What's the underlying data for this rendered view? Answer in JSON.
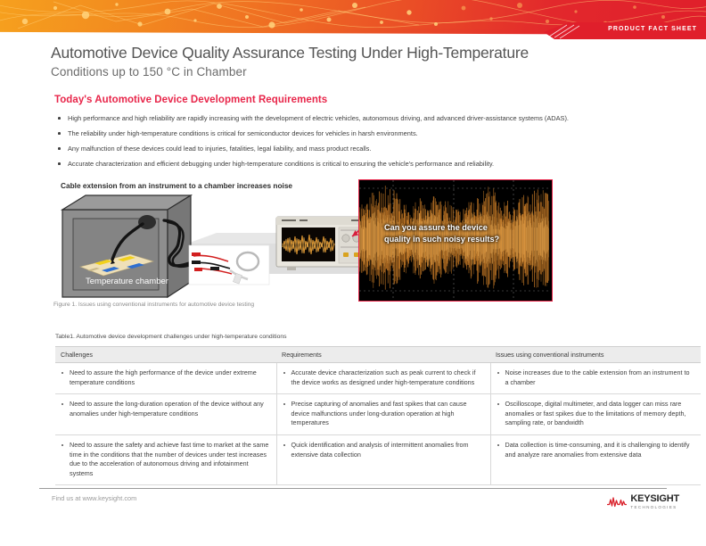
{
  "banner": {
    "badge_label": "PRODUCT FACT SHEET",
    "gradient_start": "#f6a01e",
    "gradient_end": "#e01f2b"
  },
  "header": {
    "title": "Automotive Device Quality Assurance Testing Under High-Temperature",
    "subtitle": "Conditions up to 150 °C in Chamber"
  },
  "section": {
    "heading": "Today's Automotive Device Development Requirements",
    "accent_color": "#e8264a",
    "bullets": [
      "High performance and high reliability are rapidly increasing with the development of electric vehicles, autonomous driving, and advanced driver-assistance systems (ADAS).",
      "The reliability under high-temperature conditions is critical for semiconductor devices for vehicles in harsh environments.",
      "Any malfunction of these devices could lead to injuries, fatalities, legal liability, and mass product recalls.",
      "Accurate characterization and efficient debugging under high-temperature conditions is critical to ensuring the vehicle's performance and reliability."
    ]
  },
  "figure": {
    "label_top": "Cable extension from an instrument to a chamber increases noise",
    "chamber_label": "Temperature chamber",
    "callout_line1": "Can you assure the device",
    "callout_line2": "quality in such noisy results?",
    "caption": "Figure 1. Issues using conventional instruments for automotive device testing",
    "noise_border_color": "#e8264a",
    "noise_trace_color": "#d9862a"
  },
  "table": {
    "caption": "Table1. Automotive device development challenges under high-temperature conditions",
    "headers": [
      "Challenges",
      "Requirements",
      "Issues using conventional instruments"
    ],
    "rows": [
      {
        "challenge": "Need to assure the high performance of the device under extreme temperature conditions",
        "requirement": "Accurate device characterization such as peak current to check if the device works as designed under high-temperature conditions",
        "issue": "Noise increases due to the cable extension from an instrument to a chamber"
      },
      {
        "challenge": "Need to assure the long-duration operation of the device without any anomalies under high-temperature conditions",
        "requirement": "Precise capturing of anomalies and fast spikes that can cause device malfunctions under long-duration operation at high temperatures",
        "issue": "Oscilloscope, digital multimeter, and data logger can miss rare anomalies or fast spikes due to the limitations of memory depth, sampling rate, or bandwidth"
      },
      {
        "challenge": "Need to assure the safety and achieve fast time to market at the same time in the conditions that the number of devices under test increases due to the acceleration of autonomous driving and infotainment systems",
        "requirement": "Quick identification and analysis of intermittent anomalies from extensive data collection",
        "issue": "Data collection is time-consuming, and it is challenging to identify and analyze rare anomalies from extensive data"
      }
    ]
  },
  "footer": {
    "find_us": "Find us at www.keysight.com",
    "logo_primary": "KEYSIGHT",
    "logo_secondary": "TECHNOLOGIES",
    "logo_color": "#d9202a"
  }
}
